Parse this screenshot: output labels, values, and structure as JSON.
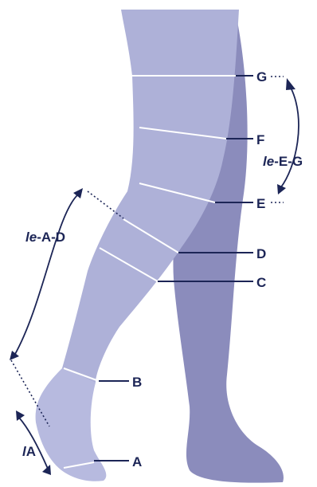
{
  "colors": {
    "back_leg": "#8b8cbc",
    "front_leg": "#aeb1d8",
    "foot": "#b7badf",
    "measure_line": "#ffffff",
    "label": "#1c2556"
  },
  "points": [
    {
      "id": "G",
      "label": "G"
    },
    {
      "id": "F",
      "label": "F"
    },
    {
      "id": "E",
      "label": "E"
    },
    {
      "id": "D",
      "label": "D"
    },
    {
      "id": "C",
      "label": "C"
    },
    {
      "id": "B",
      "label": "B"
    },
    {
      "id": "A",
      "label": "A"
    }
  ],
  "measurements": {
    "le_EG": {
      "prefix": "le",
      "suffix": "-E-G"
    },
    "le_AD": {
      "prefix": "le",
      "suffix": "-A-D"
    },
    "lA": {
      "prefix": "l",
      "suffix": "A"
    }
  }
}
